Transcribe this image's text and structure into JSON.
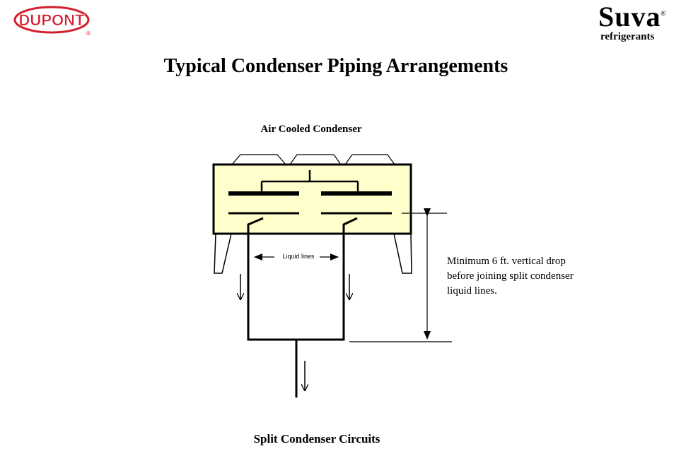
{
  "header": {
    "left_logo_text": "DUPONT",
    "left_logo_reg": "®",
    "right_logo_word": "Suva",
    "right_logo_reg": "®",
    "right_logo_sub": "refrigerants",
    "brand_color": "#d2202f"
  },
  "page_title": "Typical Condenser Piping Arrangements",
  "diagram": {
    "condenser_label": "Air Cooled Condenser",
    "liquid_lines_label": "Liquid lines",
    "note": "Minimum 6 ft. vertical drop before joining split condenser liquid lines.",
    "caption": "Split Condenser Circuits",
    "condenser_fill": "#ffffcc"
  }
}
